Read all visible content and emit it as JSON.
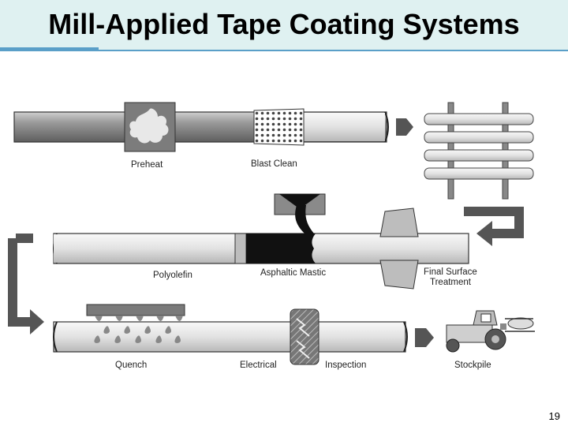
{
  "slide": {
    "title": "Mill-Applied Tape Coating Systems",
    "page_number": "19"
  },
  "diagram": {
    "labels": {
      "preheat": "Preheat",
      "blast_clean": "Blast Clean",
      "polyolefin": "Polyolefin",
      "asphaltic_mastic": "Asphaltic Mastic",
      "final_surface_1": "Final Surface",
      "final_surface_2": "Treatment",
      "quench": "Quench",
      "electrical": "Electrical",
      "inspection": "Inspection",
      "stockpile": "Stockpile"
    }
  },
  "colors": {
    "title_band": "#dff1f1",
    "rule": "#5a9fc8",
    "pipe_dark": "#8a8a8a",
    "pipe_light": "#e6e6e6",
    "mastic": "#111111",
    "arrow": "#555555"
  }
}
